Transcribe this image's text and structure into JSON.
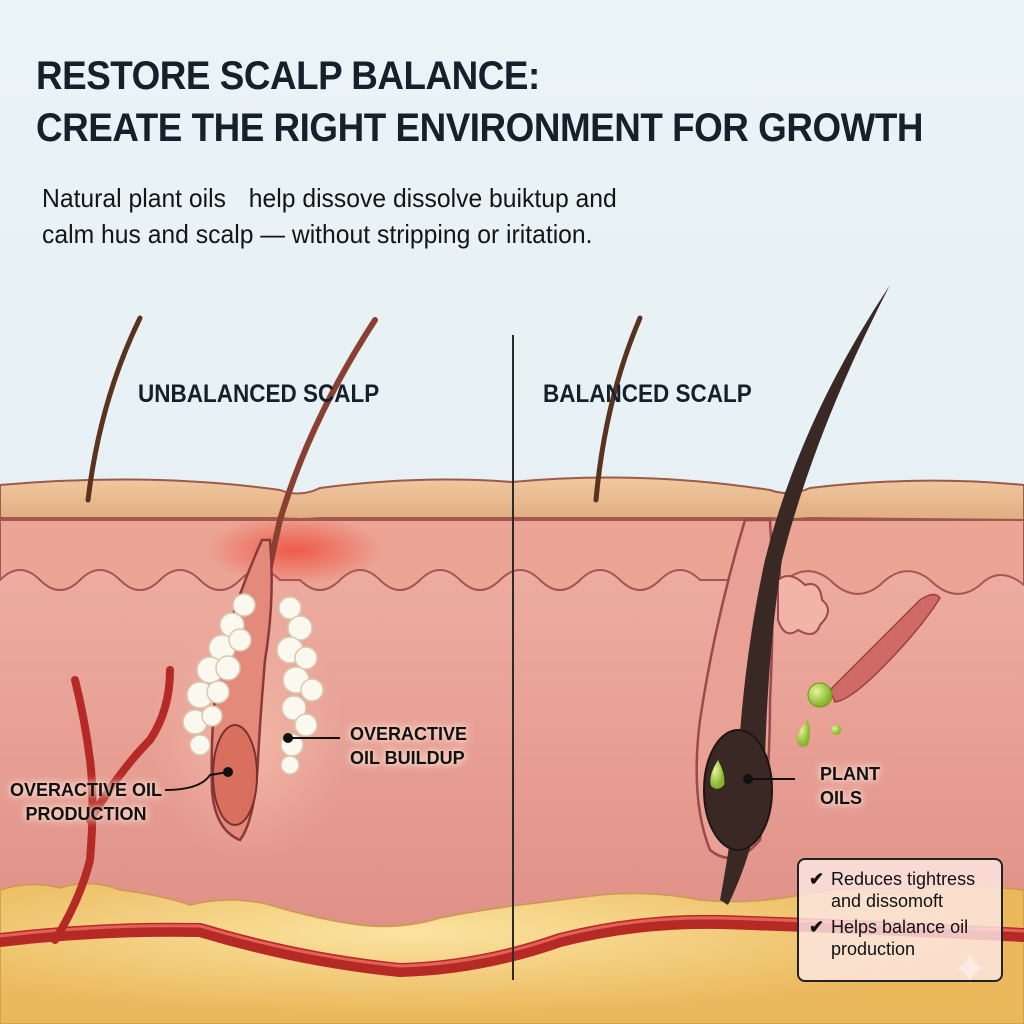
{
  "header": {
    "title_line1": "RESTORE SCALP BALANCE:",
    "title_line2": "CREATE THE RIGHT ENVIRONMENT FOR GROWTH",
    "subtitle_line1_a": "Natural plant oils",
    "subtitle_line1_b": "help dissove dissolve buiktup and",
    "subtitle_line2": "calm hus and scalp — without stripping or iritation."
  },
  "panels": {
    "left": {
      "label": "UNBALANCED SCALP",
      "callouts": {
        "buildup_line1": "OVERACTIVE",
        "buildup_line2": "OIL BUILDUP",
        "production_line1": "OVERACTIVE OIL",
        "production_line2": "PRODUCTION"
      }
    },
    "right": {
      "label": "BALANCED SCALP",
      "callouts": {
        "oils_line1": "PLANT",
        "oils_line2": "OILS"
      }
    }
  },
  "benefits": {
    "check_icon": "✔",
    "items": [
      {
        "line1": "Reduces tightress",
        "line2": "and dissomoft"
      },
      {
        "line1": "Helps balance oil",
        "line2": "production"
      }
    ]
  },
  "colors": {
    "title": "#14202b",
    "sky": "#e7f1f4",
    "epidermis": "#e8b98f",
    "dermis": "#e7a49b",
    "deep_dermis": "#e8a5a0",
    "fat": "#f2cc6e",
    "vessel": "#c62f2a",
    "inflammation": "#f04a3a",
    "hair_left": "#6b3a26",
    "hair_right": "#3c2a25",
    "oil_drop": "#a8cf3c"
  }
}
